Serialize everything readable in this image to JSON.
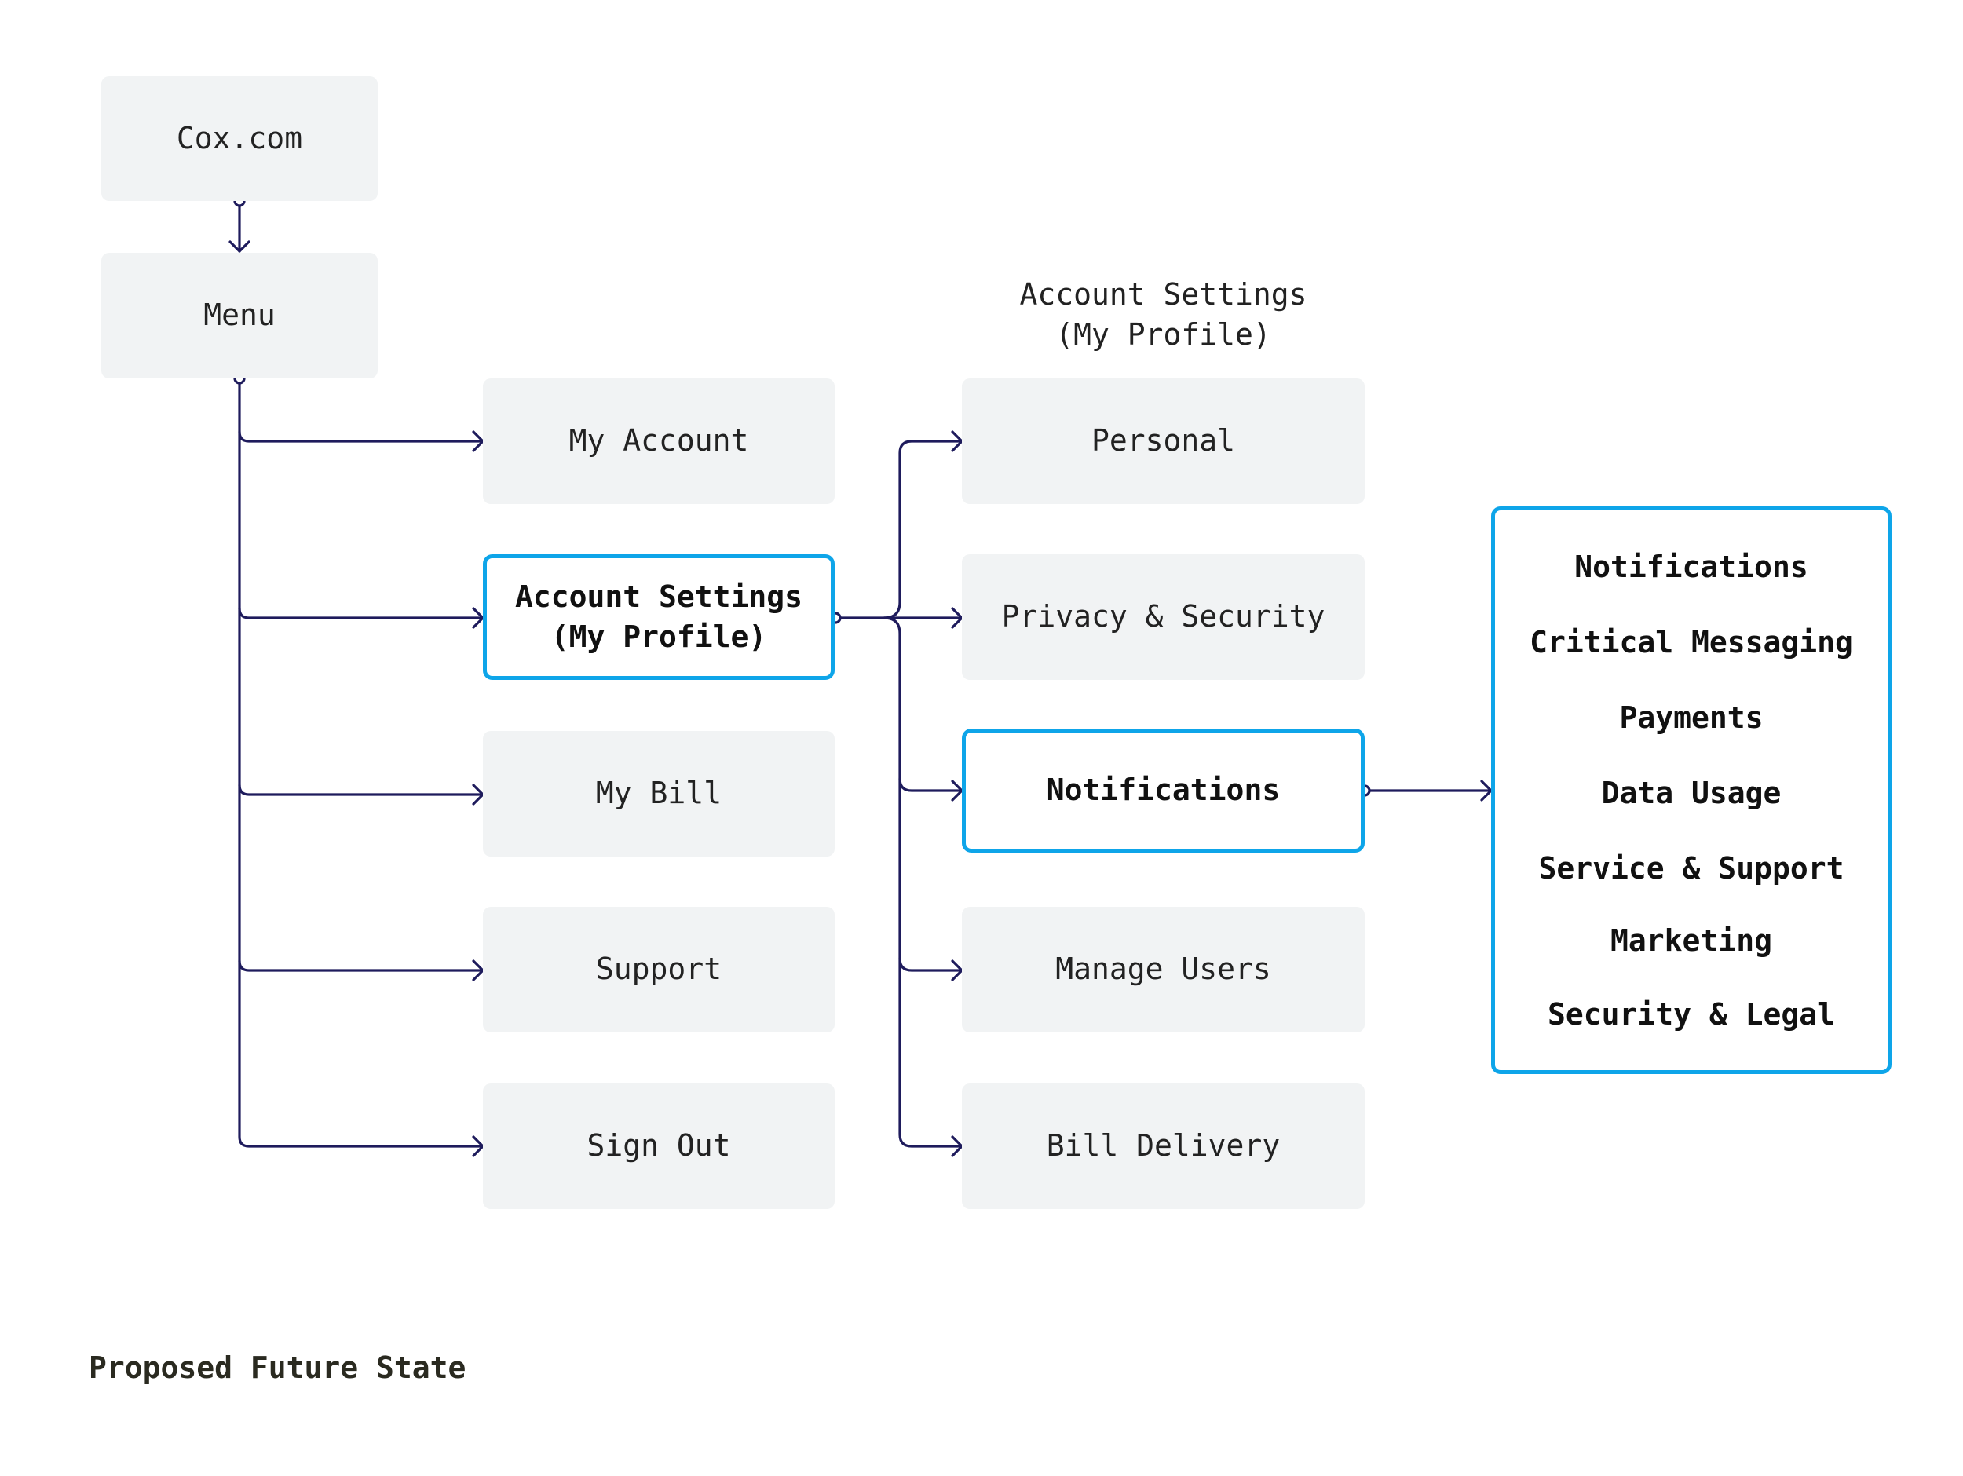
{
  "root": {
    "label": "Cox.com"
  },
  "menu": {
    "label": "Menu"
  },
  "menu_items": [
    {
      "label": "My Account"
    },
    {
      "label": "Account Settings\n(My Profile)"
    },
    {
      "label": "My Bill"
    },
    {
      "label": "Support"
    },
    {
      "label": "Sign Out"
    }
  ],
  "settings_column": {
    "title": "Account Settings\n(My Profile)",
    "items": [
      {
        "label": "Personal"
      },
      {
        "label": "Privacy & Security"
      },
      {
        "label": "Notifications"
      },
      {
        "label": "Manage Users"
      },
      {
        "label": "Bill Delivery"
      }
    ]
  },
  "notifications_panel": {
    "items": [
      "Notifications",
      "Critical Messaging",
      "Payments",
      "Data Usage",
      "Service & Support",
      "Marketing",
      "Security & Legal"
    ]
  },
  "caption": "Proposed Future State",
  "colors": {
    "highlight": "#0ea5e9",
    "connector": "#1e1b5c",
    "node_fill": "#f1f3f4"
  }
}
